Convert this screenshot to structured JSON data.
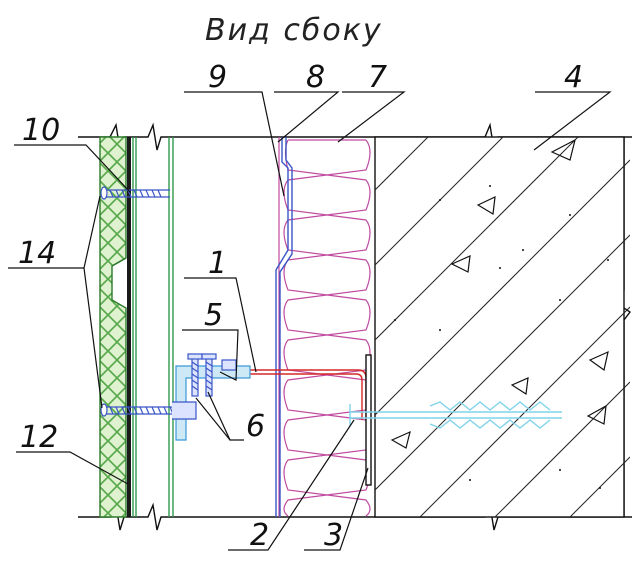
{
  "title": "Вид сбоку",
  "callouts": [
    {
      "id": "9",
      "text": "9"
    },
    {
      "id": "8",
      "text": "8"
    },
    {
      "id": "7",
      "text": "7"
    },
    {
      "id": "4",
      "text": "4"
    },
    {
      "id": "10",
      "text": "10"
    },
    {
      "id": "1",
      "text": "1"
    },
    {
      "id": "14",
      "text": "14"
    },
    {
      "id": "5",
      "text": "5"
    },
    {
      "id": "6",
      "text": "6"
    },
    {
      "id": "12",
      "text": "12"
    },
    {
      "id": "2",
      "text": "2"
    },
    {
      "id": "3",
      "text": "3"
    }
  ],
  "colors": {
    "outline": "#111111",
    "cladding_fill": "#d9efc7",
    "cladding_hatch": "#5aa64f",
    "membrane": "#1a1a1a",
    "frame": "#2f9a4e",
    "profile": "#3a55c8",
    "insulation": "#c04aa0",
    "bracket": "#d72828",
    "fastener": "#3a55c8",
    "anchor": "#7fd3ea",
    "concrete_hatch": "#222222"
  }
}
